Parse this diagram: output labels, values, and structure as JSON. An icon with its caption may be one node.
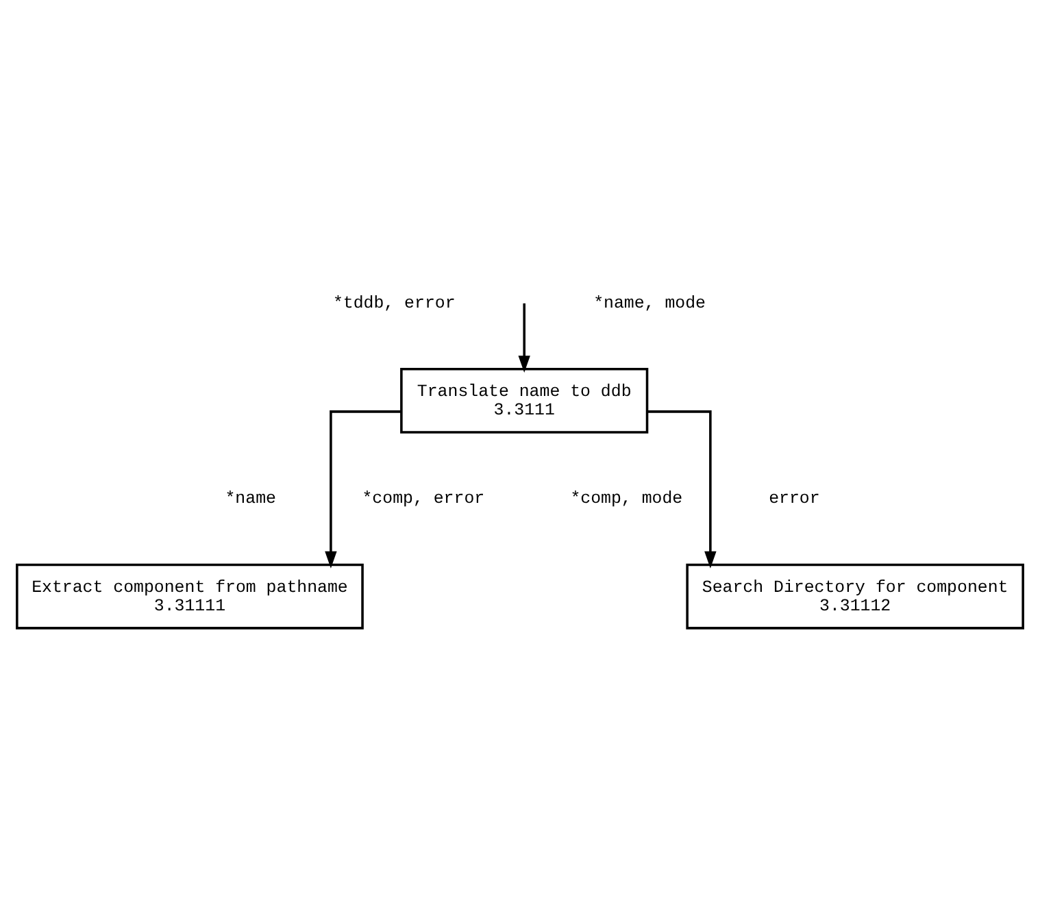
{
  "diagram": {
    "nodes": [
      {
        "text": [
          "Translate name to ddb",
          "3.3111"
        ]
      },
      {
        "text": [
          "Extract component from pathname",
          "3.31111"
        ]
      },
      {
        "text": [
          "Search Directory for component",
          "3.31112"
        ]
      }
    ],
    "edges": [
      {
        "from": null,
        "to": 0,
        "arrow": "to"
      },
      {
        "from": 0,
        "to": 1,
        "arrow": "to"
      },
      {
        "from": 0,
        "to": 2,
        "arrow": "to"
      }
    ],
    "labels": [
      "*tddb, error",
      "*name, mode",
      "*name",
      "*comp, error",
      "*comp, mode",
      "error"
    ]
  }
}
